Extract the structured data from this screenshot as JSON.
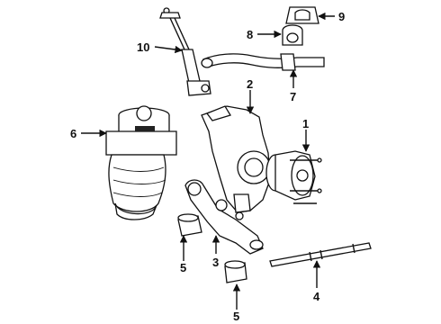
{
  "callouts": [
    {
      "id": "part-1",
      "label": "1"
    },
    {
      "id": "part-2",
      "label": "2"
    },
    {
      "id": "part-3",
      "label": "3"
    },
    {
      "id": "part-4",
      "label": "4"
    },
    {
      "id": "part-5a",
      "label": "5"
    },
    {
      "id": "part-5b",
      "label": "5"
    },
    {
      "id": "part-6",
      "label": "6"
    },
    {
      "id": "part-7",
      "label": "7"
    },
    {
      "id": "part-8",
      "label": "8"
    },
    {
      "id": "part-9",
      "label": "9"
    },
    {
      "id": "part-10",
      "label": "10"
    }
  ]
}
